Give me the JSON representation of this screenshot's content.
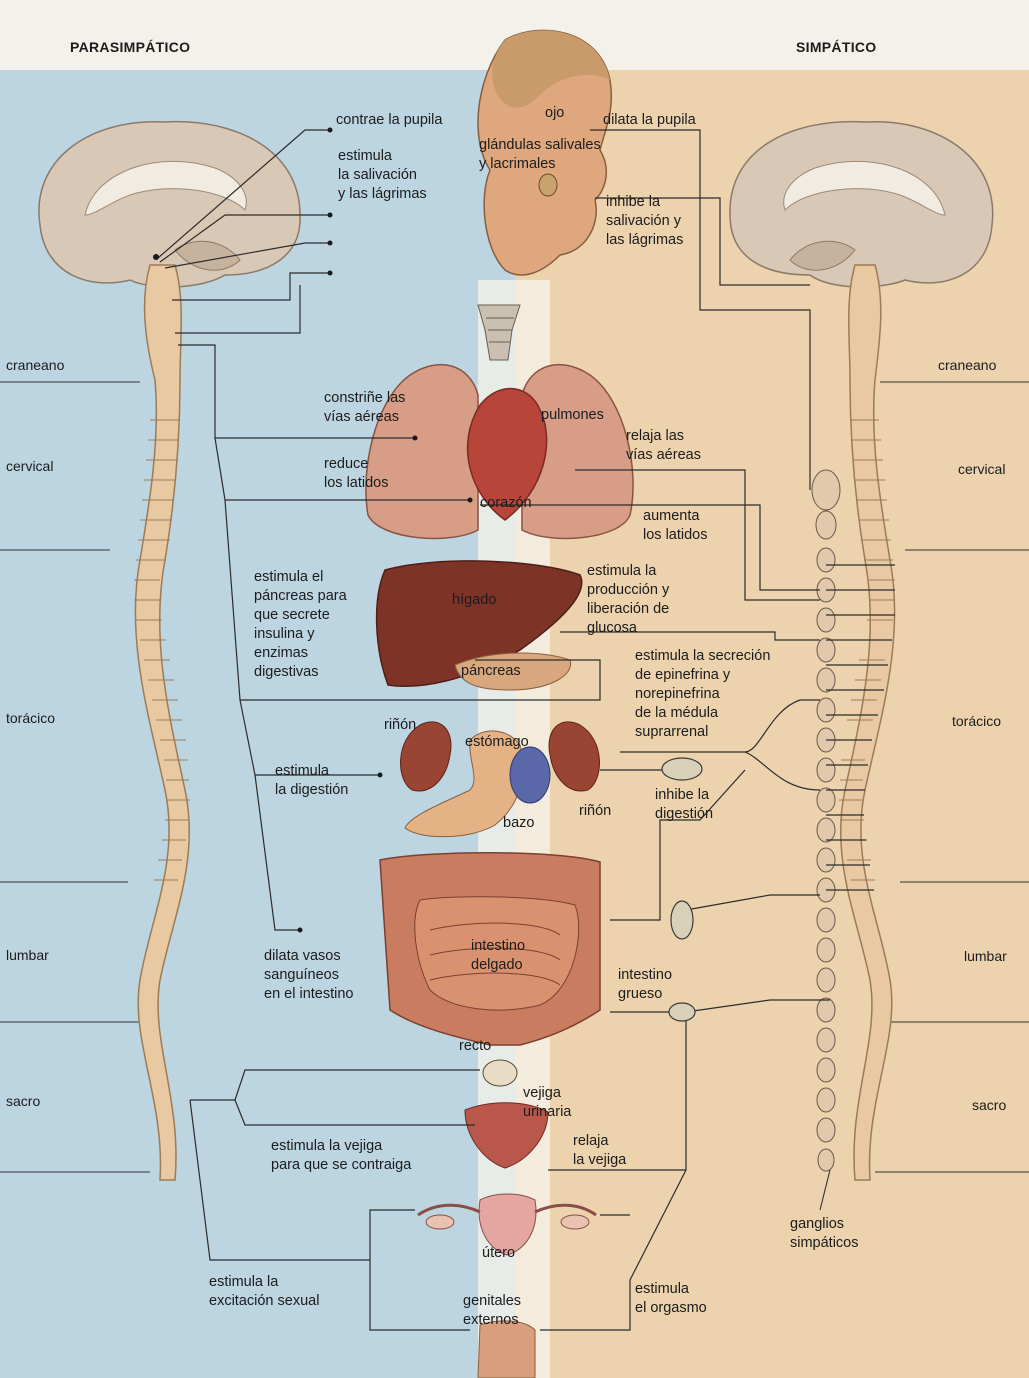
{
  "header": {
    "left_title": "PARASIMPÁTICO",
    "right_title": "SIMPÁTICO"
  },
  "colors": {
    "parasympathetic_bg": "#bcd5e0",
    "sympathetic_bg": "#ecd2ad",
    "spine": "#e8c9a2",
    "brain": "#d9c8b6",
    "nerve_line": "#3a3a3a",
    "organ_red": "#b85a4e",
    "liver": "#7e3327",
    "spleen": "#5a67a8"
  },
  "spinal_segments": {
    "left": [
      "craneano",
      "cervical",
      "torácico",
      "lumbar",
      "sacro"
    ],
    "right": [
      "craneano",
      "cervical",
      "torácico",
      "lumbar",
      "sacro"
    ]
  },
  "organs": {
    "ojo": "ojo",
    "glandulas": "glándulas salivales\ny lacrimales",
    "pulmones": "pulmones",
    "corazon": "corazón",
    "higado": "hígado",
    "pancreas": "páncreas",
    "rinon_left": "riñón",
    "estomago": "estómago",
    "rinon_right": "riñón",
    "bazo": "bazo",
    "intestino_delgado": "intestino\ndelgado",
    "intestino_grueso": "intestino\ngrueso",
    "recto": "recto",
    "vejiga": "vejiga\nurinaria",
    "utero": "útero",
    "genitales": "genitales\nexternos"
  },
  "parasympathetic_effects": {
    "pupila": "contrae la pupila",
    "salivacion": "estimula\nla salivación\ny las lágrimas",
    "vias_aereas": "constriñe las\nvías aéreas",
    "latidos": "reduce\nlos latidos",
    "pancreas": "estimula el\npáncreas para\nque secrete\ninsulina y\nenzimas\ndigestivas",
    "digestion": "estimula\nla digestión",
    "vasos": "dilata vasos\nsanguíneos\nen el intestino",
    "vejiga": "estimula la vejiga\npara que se contraiga",
    "sexual": "estimula la\nexcitación sexual"
  },
  "sympathetic_effects": {
    "pupila": "dilata la pupila",
    "salivacion": "inhibe la\nsalivación y\nlas lágrimas",
    "vias_aereas": "relaja las\nvías aéreas",
    "latidos": "aumenta\nlos latidos",
    "glucosa": "estimula la\nproducción y\nliberación de\nglucosa",
    "epinefrina": "estimula la secreción\nde epinefrina y\nnorepinefrina\nde la médula\nsuprarrenal",
    "digestion": "inhibe la\ndigestión",
    "vejiga": "relaja\nla vejiga",
    "orgasmo": "estimula\nel orgasmo",
    "ganglios": "ganglios\nsimpáticos"
  }
}
